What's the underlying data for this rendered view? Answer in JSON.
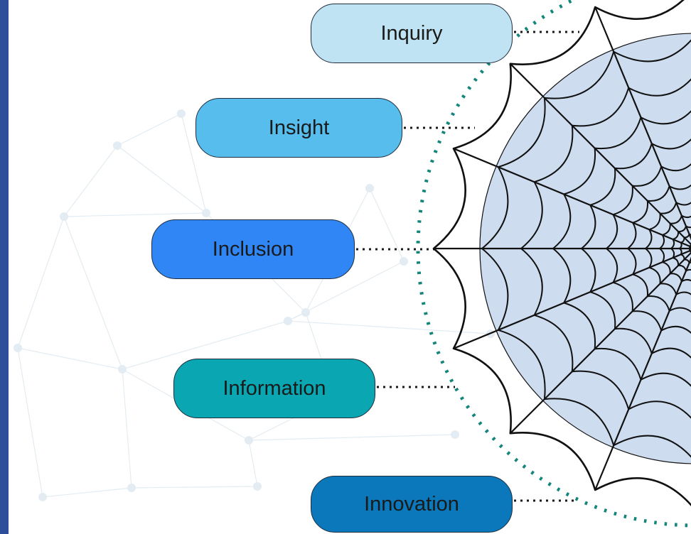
{
  "categories": [
    {
      "id": "inquiry",
      "label": "Inquiry"
    },
    {
      "id": "insight",
      "label": "Insight"
    },
    {
      "id": "inclusion",
      "label": "Inclusion"
    },
    {
      "id": "information",
      "label": "Information"
    },
    {
      "id": "innovation",
      "label": "Innovation"
    }
  ],
  "colors": {
    "accent_bar": "#2d4f9a",
    "web_fill": "#cddcef",
    "web_stroke": "#111111",
    "dotted_ring": "#13857a",
    "connector": "#1a1a1a",
    "background_network": "#e3ecf2",
    "pills": {
      "inquiry": "#bfe3f3",
      "insight": "#56bdec",
      "inclusion": "#2f86f4",
      "information": "#0aa7b2",
      "innovation": "#0b78bc"
    }
  },
  "icons": {
    "web": "spider-web-icon"
  }
}
